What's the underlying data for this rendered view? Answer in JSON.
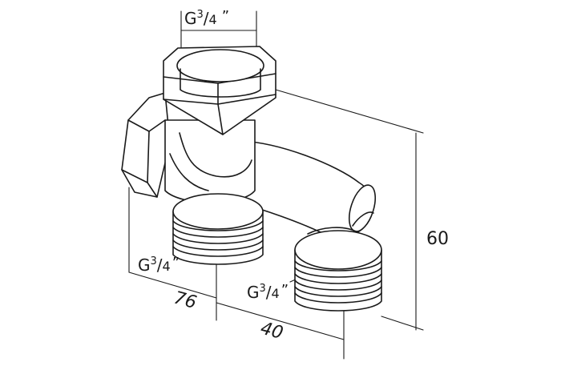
{
  "drawing": {
    "thread_top": {
      "g": "G",
      "sup": "3",
      "sub": "4",
      "quote": "”"
    },
    "thread_left": {
      "g": "G",
      "sup": "3",
      "sub": "4",
      "quote": "”"
    },
    "thread_right": {
      "g": "G",
      "sup": "3",
      "sub": "4",
      "quote": "”"
    },
    "dim_height": "60",
    "dim_length": "76",
    "dim_spacing": "40"
  }
}
